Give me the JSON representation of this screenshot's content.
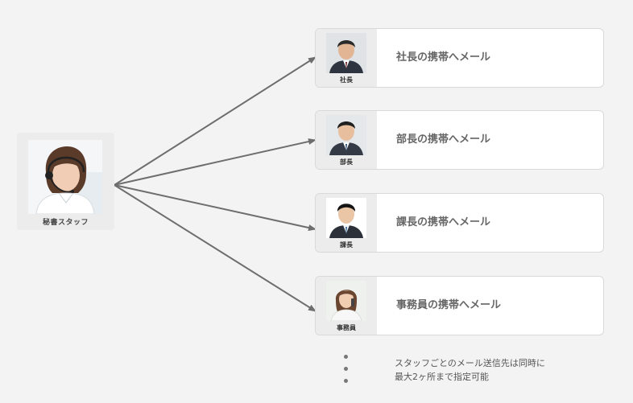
{
  "source": {
    "label": "秘書スタッフ",
    "icon": "secretary-headset-avatar"
  },
  "targets": [
    {
      "role": "社長",
      "text": "社長の携帯へメール",
      "icon": "president-avatar"
    },
    {
      "role": "部長",
      "text": "部長の携帯へメール",
      "icon": "department-manager-avatar"
    },
    {
      "role": "課長",
      "text": "課長の携帯へメール",
      "icon": "section-manager-avatar"
    },
    {
      "role": "事務員",
      "text": "事務員の携帯へメール",
      "icon": "office-clerk-avatar"
    }
  ],
  "note": {
    "line1": "スタッフごとのメール送信先は同時に",
    "line2": "最大2ヶ所まで指定可能"
  },
  "colors": {
    "background": "#f3f3f3",
    "card_border": "#d9d9d9",
    "arrow": "#6e6e6e",
    "text": "#666666"
  }
}
